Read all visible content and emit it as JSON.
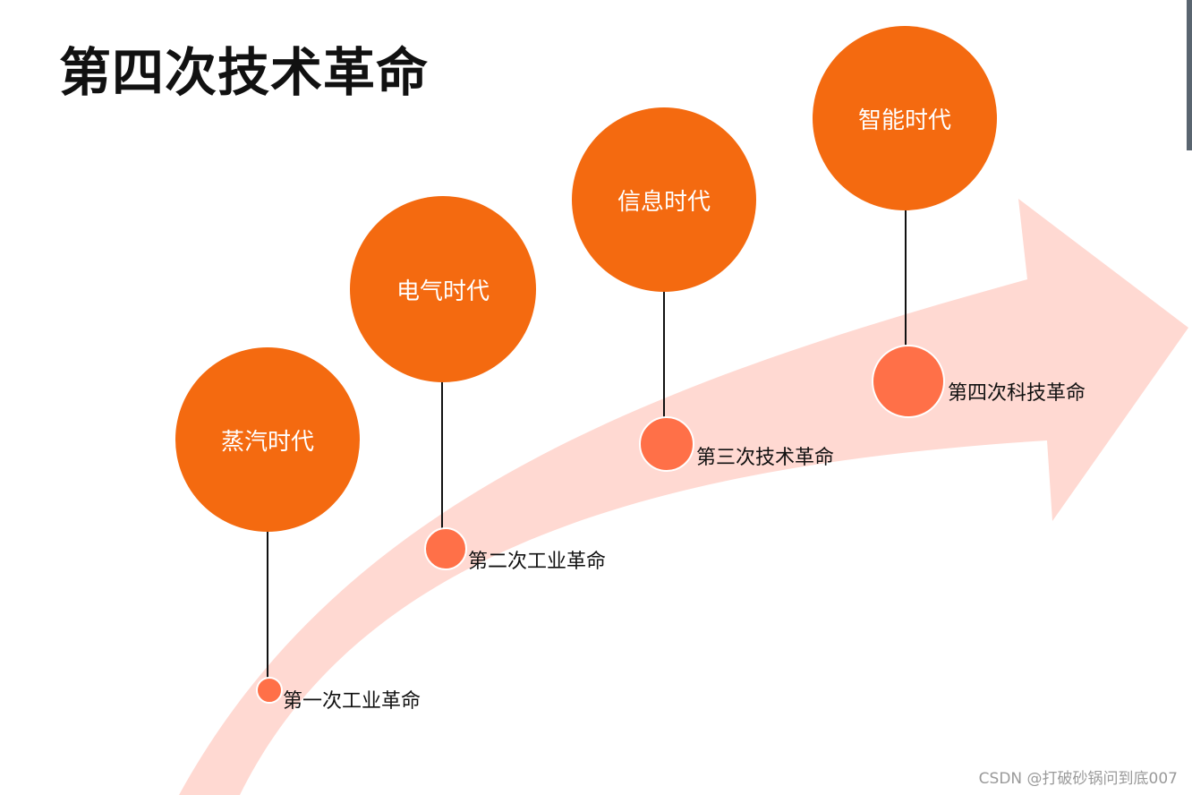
{
  "title": "第四次技术革命",
  "colors": {
    "era_circle": "#f46a10",
    "revolution_dot": "#ff7048",
    "arrow": "#ffd9d2",
    "stem": "#111111"
  },
  "eras": [
    {
      "label": "蒸汽时代",
      "revolution": "第一次工业革命"
    },
    {
      "label": "电气时代",
      "revolution": "第二次工业革命"
    },
    {
      "label": "信息时代",
      "revolution": "第三次技术革命"
    },
    {
      "label": "智能时代",
      "revolution": "第四次科技革命"
    }
  ],
  "watermark": "CSDN @打破砂锅问到底007"
}
